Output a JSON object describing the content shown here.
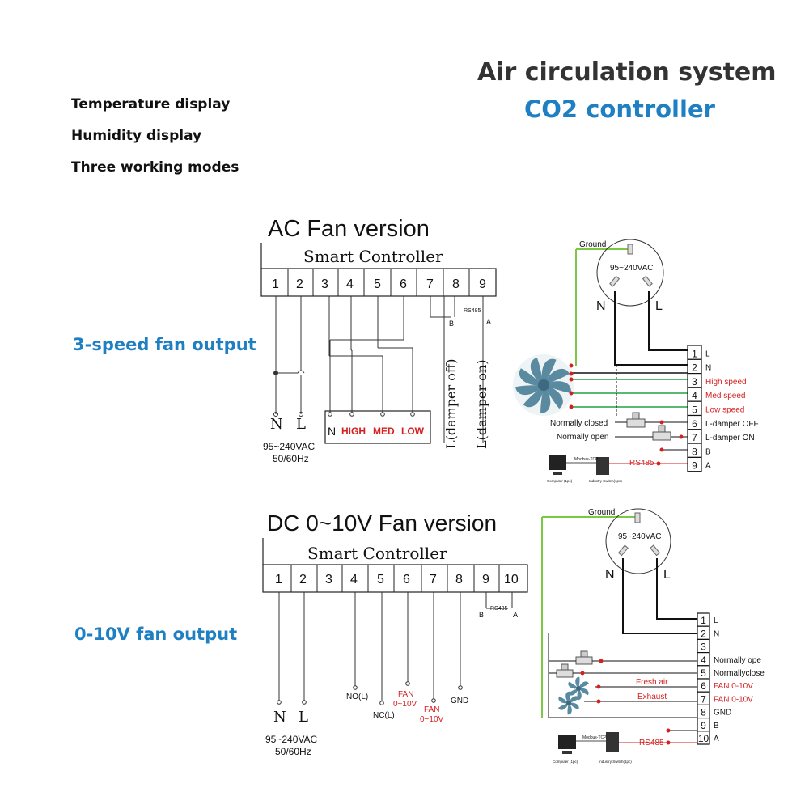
{
  "header": {
    "title": "Air circulation system",
    "subtitle": "CO2 controller"
  },
  "features": [
    "Temperature display",
    "Humidity display",
    "Three working modes"
  ],
  "side_labels": {
    "ac": "3-speed fan output",
    "dc": "0-10V fan output"
  },
  "ac": {
    "title": "AC Fan version",
    "controller": "Smart Controller",
    "terminals": [
      "1",
      "2",
      "3",
      "4",
      "5",
      "6",
      "7",
      "8",
      "9"
    ],
    "rs485": "RS485",
    "b": "B",
    "a": "A",
    "damper_off": "L(damper off)",
    "damper_on": "L(damper on)",
    "n": "N",
    "l": "L",
    "fan_n": "N",
    "high": "HIGH",
    "med": "MED",
    "low": "LOW",
    "supply1": "95~240VAC",
    "supply2": "50/60Hz",
    "ground": "Ground",
    "socket_voltage": "95~240VAC",
    "socket_n": "N",
    "socket_l": "L",
    "normally_closed": "Normally closed",
    "normally_open": "Normally open",
    "rs485_link": "RS485",
    "modbus": "Modbus-TCP",
    "computer": "Computer (1pc)",
    "switch": "Industry Switch(1pc)",
    "block": [
      {
        "num": "1",
        "label": "L",
        "color": "#111111"
      },
      {
        "num": "2",
        "label": "N",
        "color": "#111111"
      },
      {
        "num": "3",
        "label": "High speed",
        "color": "#d62020"
      },
      {
        "num": "4",
        "label": "Med speed",
        "color": "#d62020"
      },
      {
        "num": "5",
        "label": "Low speed",
        "color": "#d62020"
      },
      {
        "num": "6",
        "label": "L-damper OFF",
        "color": "#111111"
      },
      {
        "num": "7",
        "label": "L-damper ON",
        "color": "#111111"
      },
      {
        "num": "8",
        "label": "B",
        "color": "#111111"
      },
      {
        "num": "9",
        "label": "A",
        "color": "#111111"
      }
    ]
  },
  "dc": {
    "title": "DC 0~10V Fan version",
    "controller": "Smart Controller",
    "terminals": [
      "1",
      "2",
      "3",
      "4",
      "5",
      "6",
      "7",
      "8",
      "9",
      "10"
    ],
    "rs485": "RS485",
    "b": "B",
    "a": "A",
    "no": "NO(L)",
    "nc": "NC(L)",
    "fan1a": "FAN",
    "fan1b": "0~10V",
    "fan2a": "FAN",
    "fan2b": "0~10V",
    "gnd": "GND",
    "n": "N",
    "l": "L",
    "supply1": "95~240VAC",
    "supply2": "50/60Hz",
    "ground": "Ground",
    "socket_voltage": "95~240VAC",
    "socket_n": "N",
    "socket_l": "L",
    "fresh_air": "Fresh air",
    "exhaust": "Exhaust",
    "rs485_link": "RS485",
    "modbus": "Modbus-TCP",
    "computer": "Computer (1pc)",
    "switch": "Industry Switch(1pc)",
    "block": [
      {
        "num": "1",
        "label": "L",
        "color": "#111111"
      },
      {
        "num": "2",
        "label": "N",
        "color": "#111111"
      },
      {
        "num": "3",
        "label": "",
        "color": "#111111"
      },
      {
        "num": "4",
        "label": "Normally ope",
        "color": "#111111"
      },
      {
        "num": "5",
        "label": "Normallyclose",
        "color": "#111111"
      },
      {
        "num": "6",
        "label": "FAN 0-10V",
        "color": "#d62020"
      },
      {
        "num": "7",
        "label": "FAN 0-10V",
        "color": "#d62020"
      },
      {
        "num": "8",
        "label": "GND",
        "color": "#111111"
      },
      {
        "num": "9",
        "label": "B",
        "color": "#111111"
      },
      {
        "num": "10",
        "label": "A",
        "color": "#111111"
      }
    ]
  }
}
